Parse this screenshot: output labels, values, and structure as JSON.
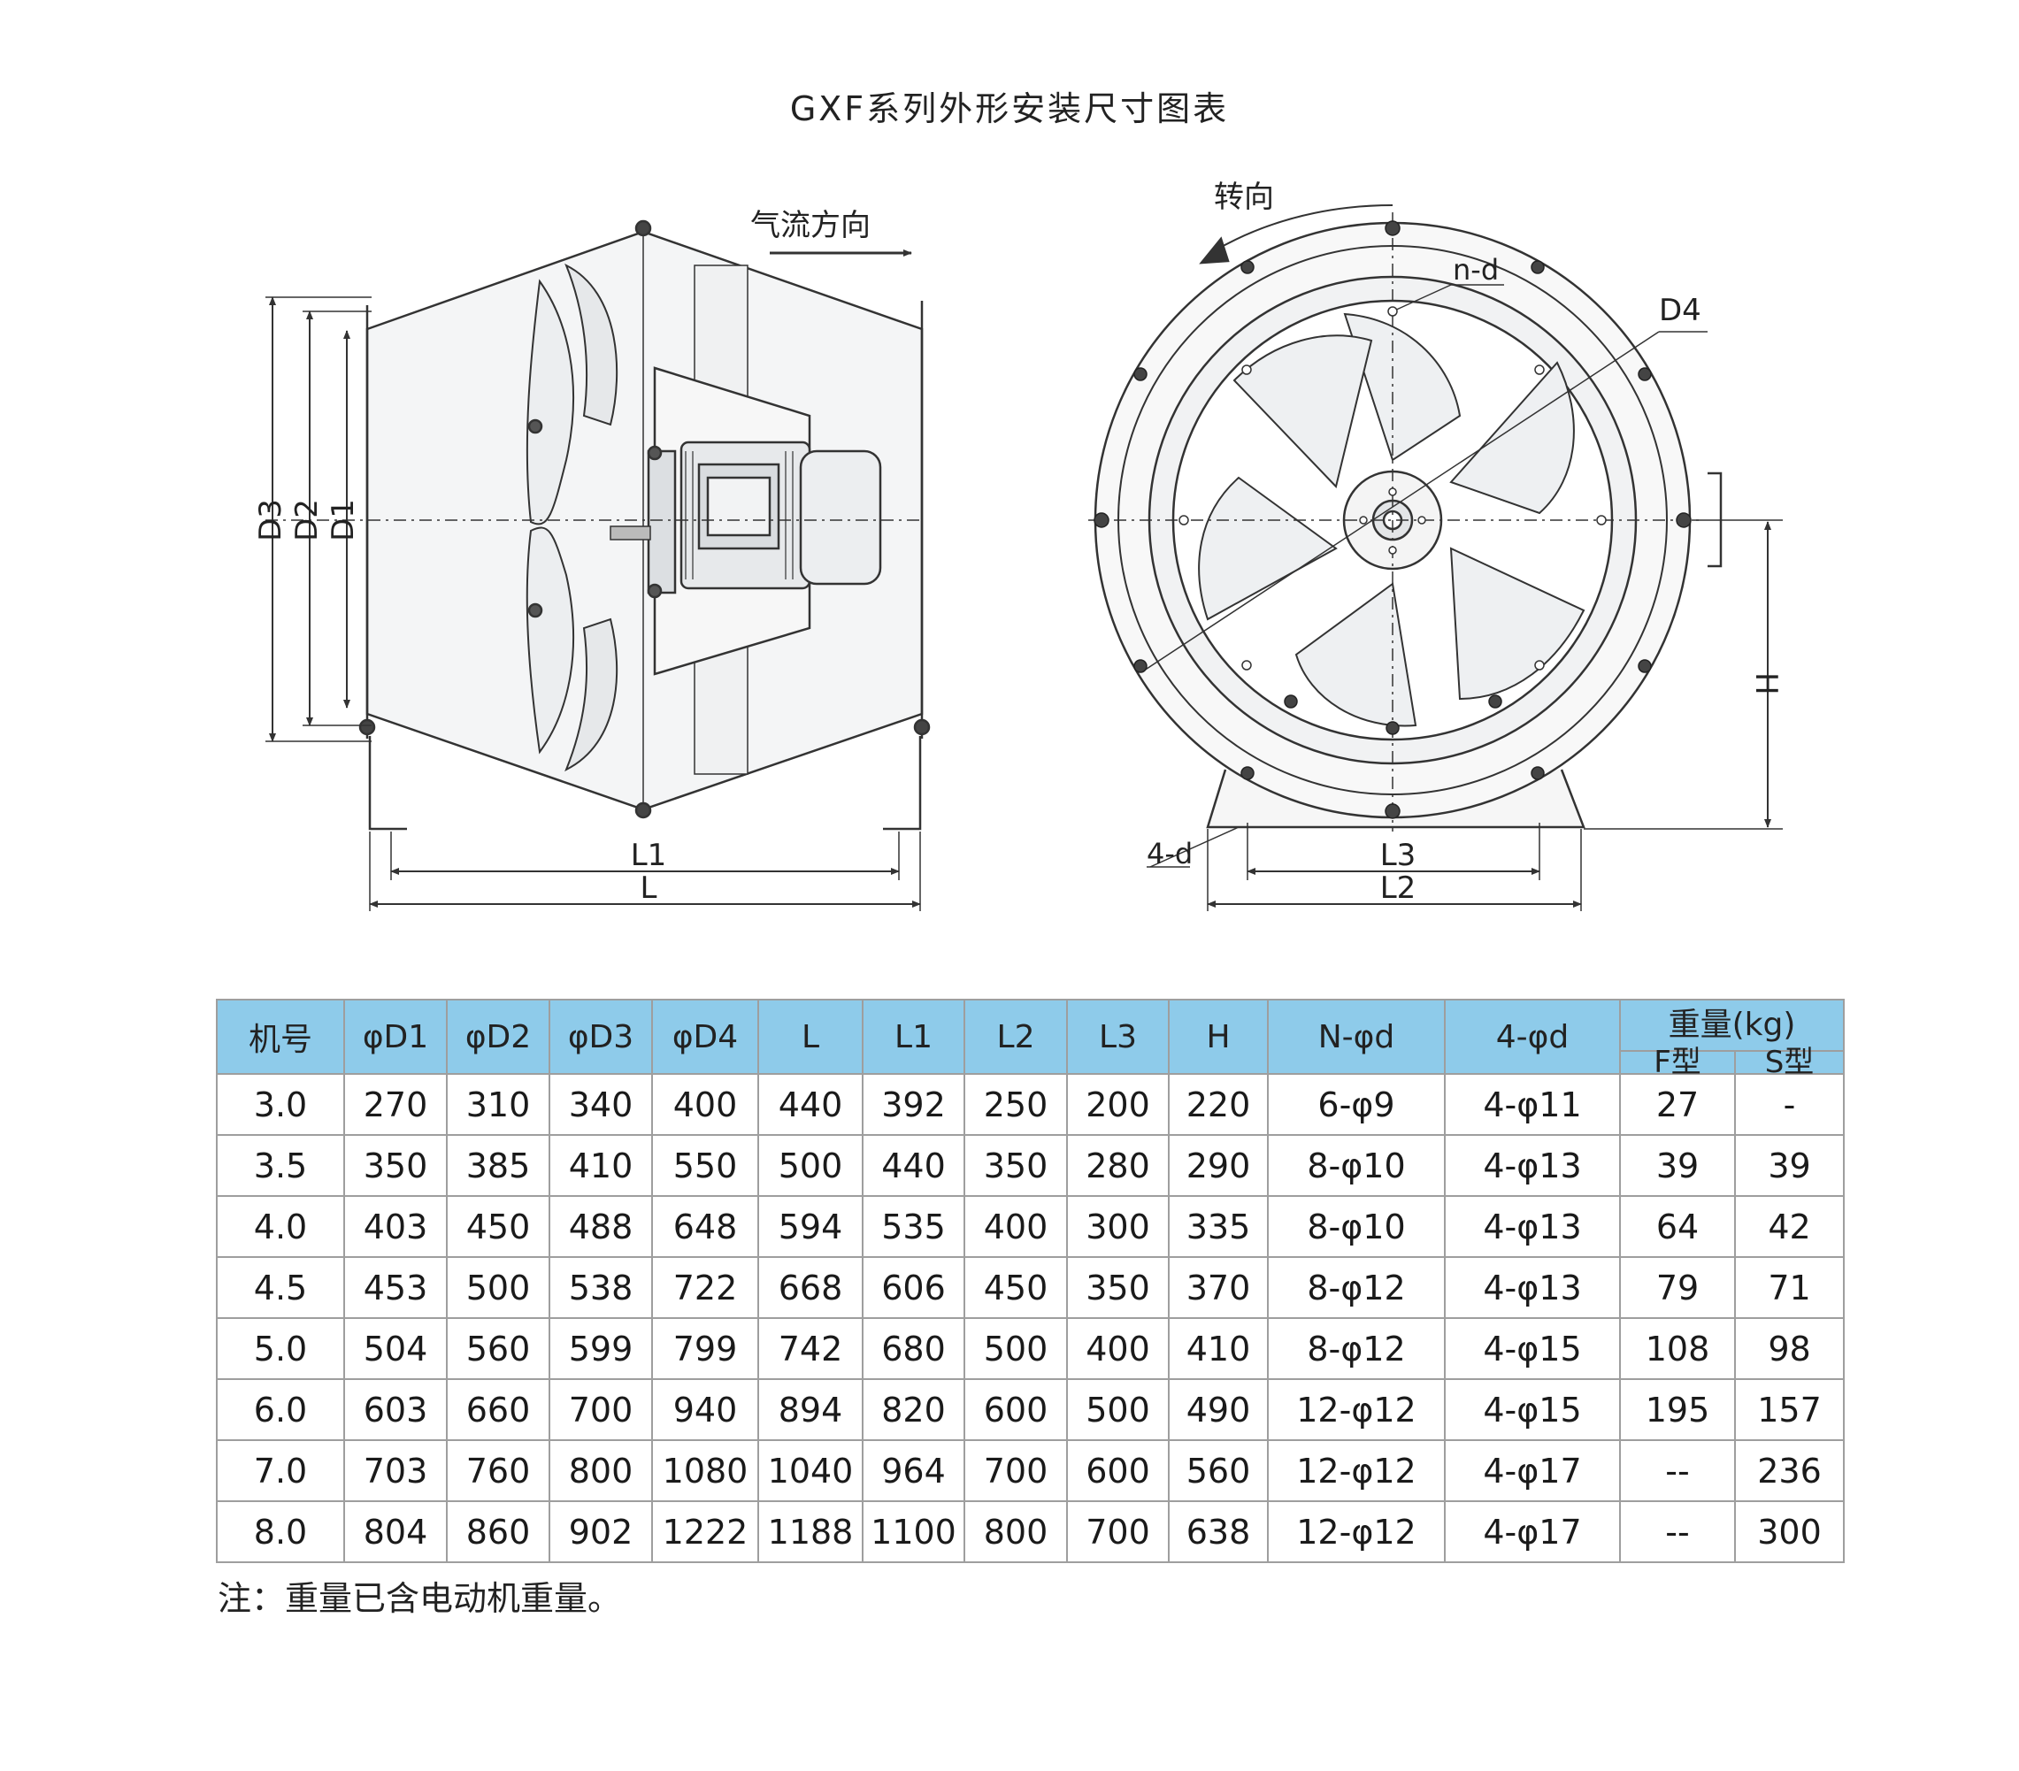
{
  "title": "GXF系列外形安装尺寸图表",
  "drawing": {
    "side_view": {
      "airflow_label": "气流方向",
      "dim_labels": [
        "D3",
        "D2",
        "D1",
        "L1",
        "L"
      ]
    },
    "front_view": {
      "rotation_label": "转向",
      "dim_labels": [
        "n-d",
        "D4",
        "H",
        "4-d",
        "L3",
        "L2"
      ]
    }
  },
  "table": {
    "columns": [
      "机号",
      "φD1",
      "φD2",
      "φD3",
      "φD4",
      "L",
      "L1",
      "L2",
      "L3",
      "H",
      "N-φd",
      "4-φd"
    ],
    "weight_header": "重量(kg)",
    "weight_sub": [
      "F型",
      "S型"
    ],
    "rows": [
      [
        "3.0",
        "270",
        "310",
        "340",
        "400",
        "440",
        "392",
        "250",
        "200",
        "220",
        "6-φ9",
        "4-φ11",
        "27",
        "-"
      ],
      [
        "3.5",
        "350",
        "385",
        "410",
        "550",
        "500",
        "440",
        "350",
        "280",
        "290",
        "8-φ10",
        "4-φ13",
        "39",
        "39"
      ],
      [
        "4.0",
        "403",
        "450",
        "488",
        "648",
        "594",
        "535",
        "400",
        "300",
        "335",
        "8-φ10",
        "4-φ13",
        "64",
        "42"
      ],
      [
        "4.5",
        "453",
        "500",
        "538",
        "722",
        "668",
        "606",
        "450",
        "350",
        "370",
        "8-φ12",
        "4-φ13",
        "79",
        "71"
      ],
      [
        "5.0",
        "504",
        "560",
        "599",
        "799",
        "742",
        "680",
        "500",
        "400",
        "410",
        "8-φ12",
        "4-φ15",
        "108",
        "98"
      ],
      [
        "6.0",
        "603",
        "660",
        "700",
        "940",
        "894",
        "820",
        "600",
        "500",
        "490",
        "12-φ12",
        "4-φ15",
        "195",
        "157"
      ],
      [
        "7.0",
        "703",
        "760",
        "800",
        "1080",
        "1040",
        "964",
        "700",
        "600",
        "560",
        "12-φ12",
        "4-φ17",
        "--",
        "236"
      ],
      [
        "8.0",
        "804",
        "860",
        "902",
        "1222",
        "1188",
        "1100",
        "800",
        "700",
        "638",
        "12-φ12",
        "4-φ17",
        "--",
        "300"
      ]
    ]
  },
  "note": "注：重量已含电动机重量。"
}
